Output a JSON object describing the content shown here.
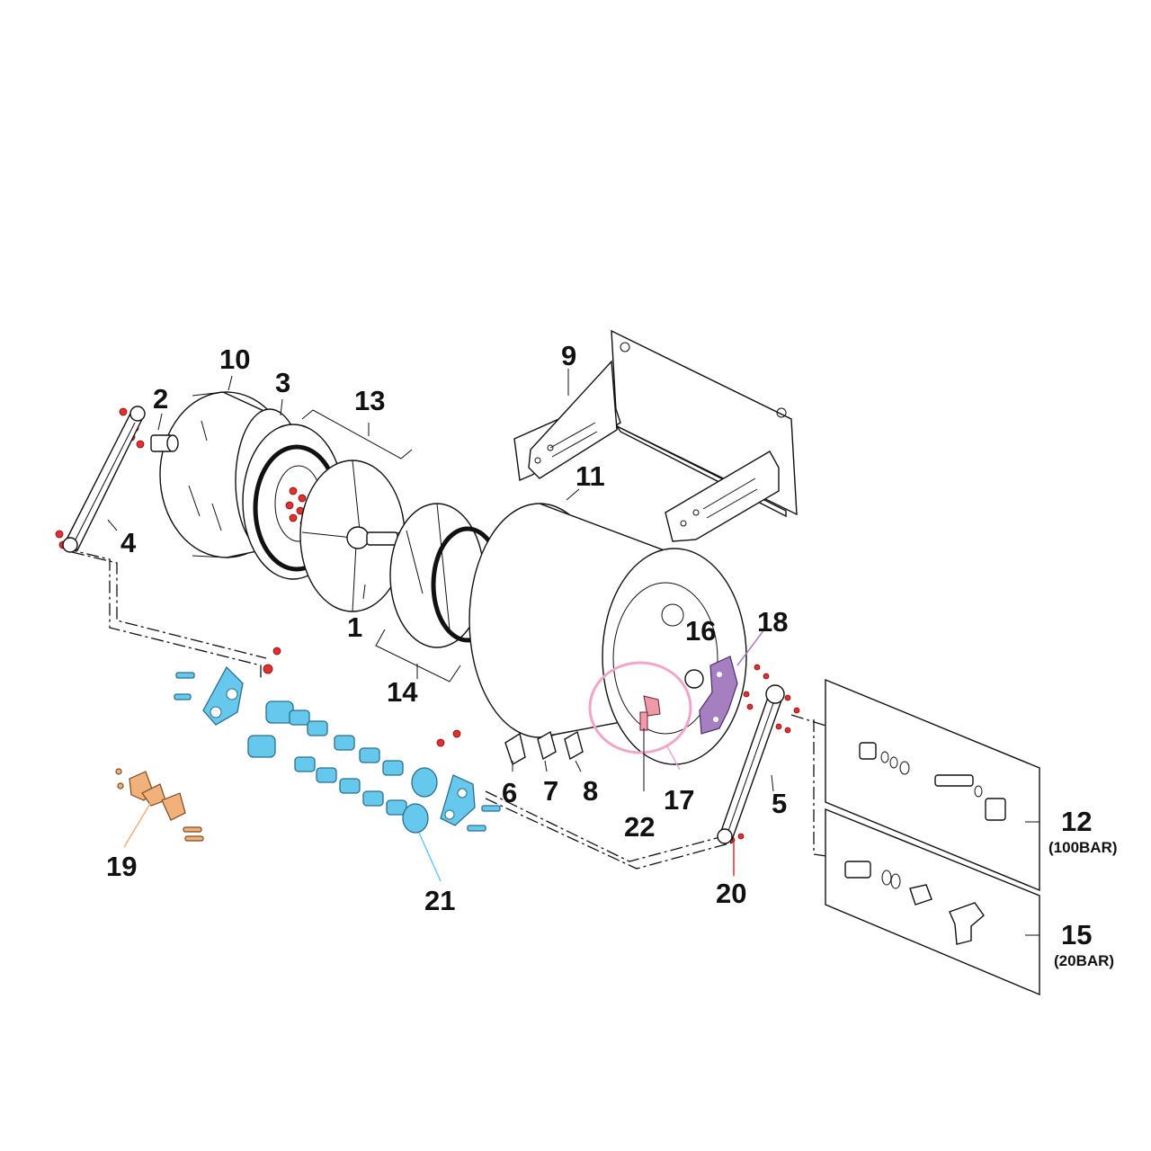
{
  "labels": {
    "p1": "1",
    "p2": "2",
    "p3": "3",
    "p4": "4",
    "p5": "5",
    "p6": "6",
    "p7": "7",
    "p8": "8",
    "p9": "9",
    "p10": "10",
    "p11": "11",
    "p12": "12",
    "p13": "13",
    "p14": "14",
    "p15": "15",
    "p16": "16",
    "p17": "17",
    "p18": "18",
    "p19": "19",
    "p20": "20",
    "p21": "21",
    "p22": "22",
    "p12_note": "(100BAR)",
    "p15_note": "(20BAR)"
  },
  "colors": {
    "blue_parts": "#66c8ec",
    "red_screws": "#e03030",
    "purple_part": "#a57fc0",
    "orange_part": "#f2b07a",
    "pink_ring": "#f0a6c8",
    "pink_part": "#ef9aa8"
  }
}
